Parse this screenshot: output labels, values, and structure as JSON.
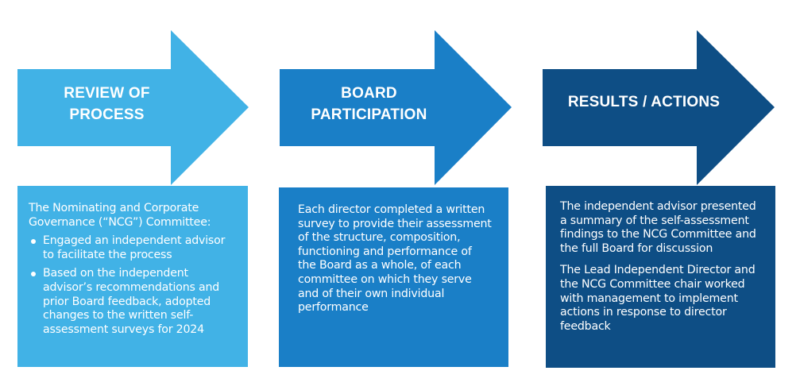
{
  "colors": {
    "step1": "#41b2e6",
    "step2": "#1a7fc7",
    "step3": "#0e4e85"
  },
  "steps": [
    {
      "title": "REVIEW OF PROCESS",
      "title_lines": [
        "REVIEW OF",
        "PROCESS"
      ],
      "intro": "The Nominating and Corporate Governance (“NCG”) Committee:",
      "bullets": [
        "Engaged an independent advisor to facilitate the process",
        "Based on the independent advisor’s recommendations and prior Board feedback, adopted changes to the written self-assessment surveys for 2024"
      ]
    },
    {
      "title": "BOARD PARTICIPATION",
      "title_lines": [
        "BOARD",
        "PARTICIPATION"
      ],
      "body": "Each director completed a written survey to provide their assessment of the structure, composition, functioning and performance of the Board as a whole, of each committee on which they serve and of their own individual performance"
    },
    {
      "title": "RESULTS / ACTIONS",
      "title_lines": [
        "RESULTS / ACTIONS"
      ],
      "paragraphs": [
        "The independent advisor presented a summary of the self-assessment findings to the NCG Committee and the full Board for discussion",
        "The Lead Independent Director and the NCG Committee chair worked with management to implement actions in response to director feedback"
      ]
    }
  ]
}
